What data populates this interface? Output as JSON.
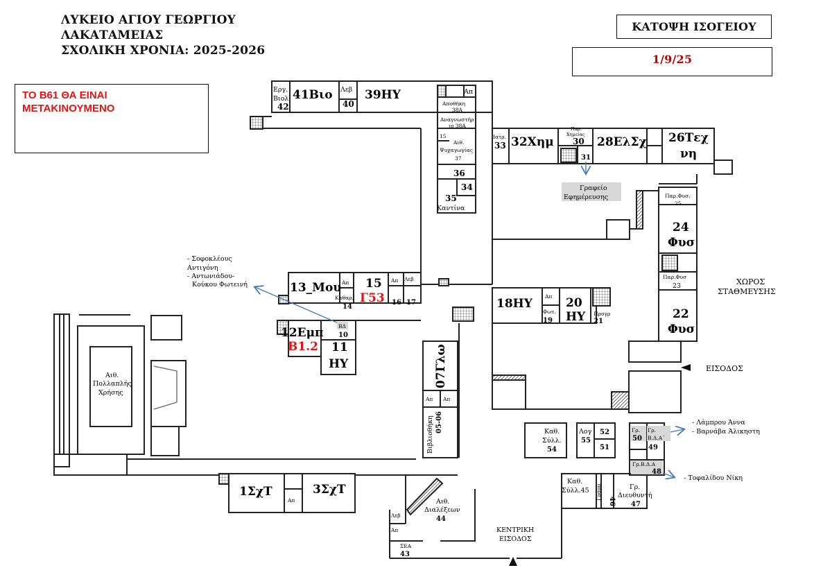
{
  "header": {
    "school_name": "ΛΥΚΕΙΟ ΑΓΙΟΥ ΓΕΩΡΓΙΟΥ",
    "district": "ΛΑΚΑΤΑΜΕΙΑΣ",
    "school_year": "ΣΧΟΛΙΚΗ ΧΡΟΝΙΑ: 2025-2026",
    "plan_title": "ΚΑΤΟΨΗ ΙΣΟΓΕΙΟΥ",
    "date": "1/9/25"
  },
  "notice": {
    "line1": "ΤΟ Β61 ΘΑ ΕΙΝΑΙ",
    "line2": "ΜΕΤΑΚΙΝΟΥΜΕΝΟ"
  },
  "colors": {
    "accent_red": "#e81010",
    "date_red": "#c00000",
    "arrow_blue": "#4a7ab8"
  },
  "rooms": {
    "r42": [
      "Εργ.",
      "Βιολ",
      "42"
    ],
    "r41": "41Βιο",
    "r40": [
      "Λεβ",
      "40"
    ],
    "r39": "39ΗΥ",
    "r38a_ap": "Απ",
    "r38a": [
      "Αποθήκη",
      "38Α"
    ],
    "r38a_read": [
      "Αναγνωστήρ",
      "ιο 38Α"
    ],
    "r15b": "15",
    "r37": [
      "Αιθ.",
      "Ψυχαγωγίας",
      "37"
    ],
    "r36": "36",
    "r34": "34",
    "r35": [
      "35",
      "Καντίνα"
    ],
    "r33": [
      "Ιατρ.",
      "33"
    ],
    "r32": "32Χημ",
    "r30": [
      "Παρ.",
      "Χημείας",
      "30"
    ],
    "r31": "31",
    "r28": "28ΕλΣχ",
    "r26": [
      "26Τεχ",
      "νη"
    ],
    "duty_office": [
      "Γραφείο",
      "Εφημέρευσης"
    ],
    "r25": [
      "Παρ.Φυσ.",
      "25"
    ],
    "r24": [
      "24",
      "Φυσ"
    ],
    "r23": [
      "Παρ.Φυσ",
      "23"
    ],
    "r22": [
      "22",
      "Φυσ"
    ],
    "parking": [
      "ΧΩΡΟΣ",
      "ΣΤΑΘΜΕΥΣΗΣ"
    ],
    "entrance": "ΕΙΣΟΔΟΣ",
    "r13": "13_Μου",
    "r14": [
      "Απ",
      "Καθαρ.",
      "14"
    ],
    "r15": [
      "15",
      "Γ53"
    ],
    "r16": [
      "Απ",
      "Λεβ",
      "16",
      "17"
    ],
    "r18": "18ΗΥ",
    "r19": [
      "Απ",
      "Φωτ.",
      "19"
    ],
    "r20": [
      "20",
      "ΗΥ"
    ],
    "r21": [
      "Προγρ",
      "21"
    ],
    "r12": [
      "12Εμπ",
      "Β1.2"
    ],
    "r10": [
      "ΒΔ",
      "10"
    ],
    "r11": [
      "11",
      "ΗΥ"
    ],
    "r07": "07Γλω",
    "r07_ap": [
      "Απ",
      "Απ"
    ],
    "library": [
      "Βιβλιοθήκη",
      "05-06"
    ],
    "hall": [
      "Αιθ.",
      "Πολλαπλής",
      "Χρήσης"
    ],
    "r1": "1ΣχΤ",
    "r_ap": "Απ",
    "r3": "3ΣχΤ",
    "r44": [
      "Αιθ.",
      "Διαλέξεων",
      "44"
    ],
    "r43": [
      "Λεβ",
      "Απ",
      "ΣΕΑ",
      "43"
    ],
    "main_entrance": [
      "ΚΕΝΤΡΙΚΗ",
      "ΕΙΣΟΔΟΣ"
    ],
    "r54": [
      "Καθ.",
      "Σύλλ.",
      "54"
    ],
    "r55": [
      "Λογ",
      "55"
    ],
    "r52": "52",
    "r51": "51",
    "r50": [
      "Γρ.",
      "50"
    ],
    "r49": [
      "Γρ.",
      "Β.Δ.Α΄",
      "49"
    ],
    "r48": [
      "Γρ.Β.Δ.Α",
      "48"
    ],
    "r45": [
      "Καθ.",
      "Σύλλ.45"
    ],
    "r46": [
      "Γραμμ",
      "46"
    ],
    "r47": [
      "Γρ.",
      "Διευθυντή",
      "47"
    ]
  },
  "annotations": {
    "left_people": [
      "- Σοφοκλέους",
      "Αντιγόνη",
      "- Αντωνιάδου-",
      "Κούκου Φωτεινή"
    ],
    "right_people_1": [
      "- Λάμπρου Άννα",
      "- Βαρνάβα Άλικηστη"
    ],
    "right_people_2": [
      "- Τοφαλίδου Νίκη"
    ]
  }
}
